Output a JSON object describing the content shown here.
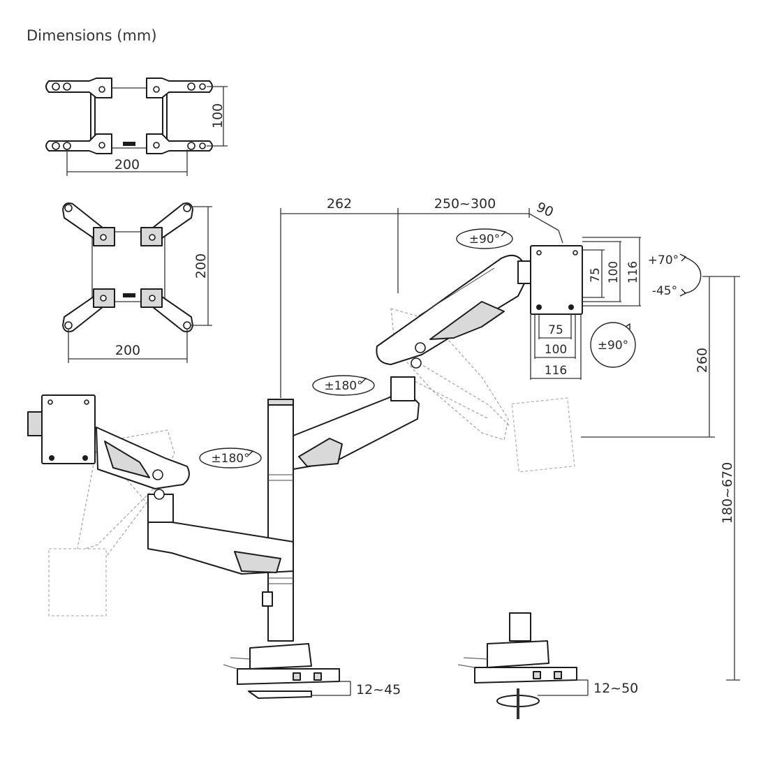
{
  "title": "Dimensions (mm)",
  "vesa_small": {
    "width": "200",
    "height": "100"
  },
  "vesa_large": {
    "width": "200",
    "height": "200"
  },
  "arm": {
    "reach_pole": "262",
    "reach_arm": "250~300",
    "depth": "90",
    "rot_plate": "±90°",
    "rot_upper_joint": "±180°",
    "rot_lower_joint": "±180°",
    "tilt_up": "+70°",
    "tilt_down": "-45°",
    "rot_plate_side": "±90°",
    "vesa_v75": "75",
    "vesa_v100": "100",
    "vesa_v116": "116",
    "vesa_h75": "75",
    "vesa_h100": "100",
    "vesa_h116": "116",
    "height_adjust": "260",
    "pole_height": "180~670"
  },
  "clamps": {
    "left_range": "12~45",
    "right_range": "12~50"
  }
}
